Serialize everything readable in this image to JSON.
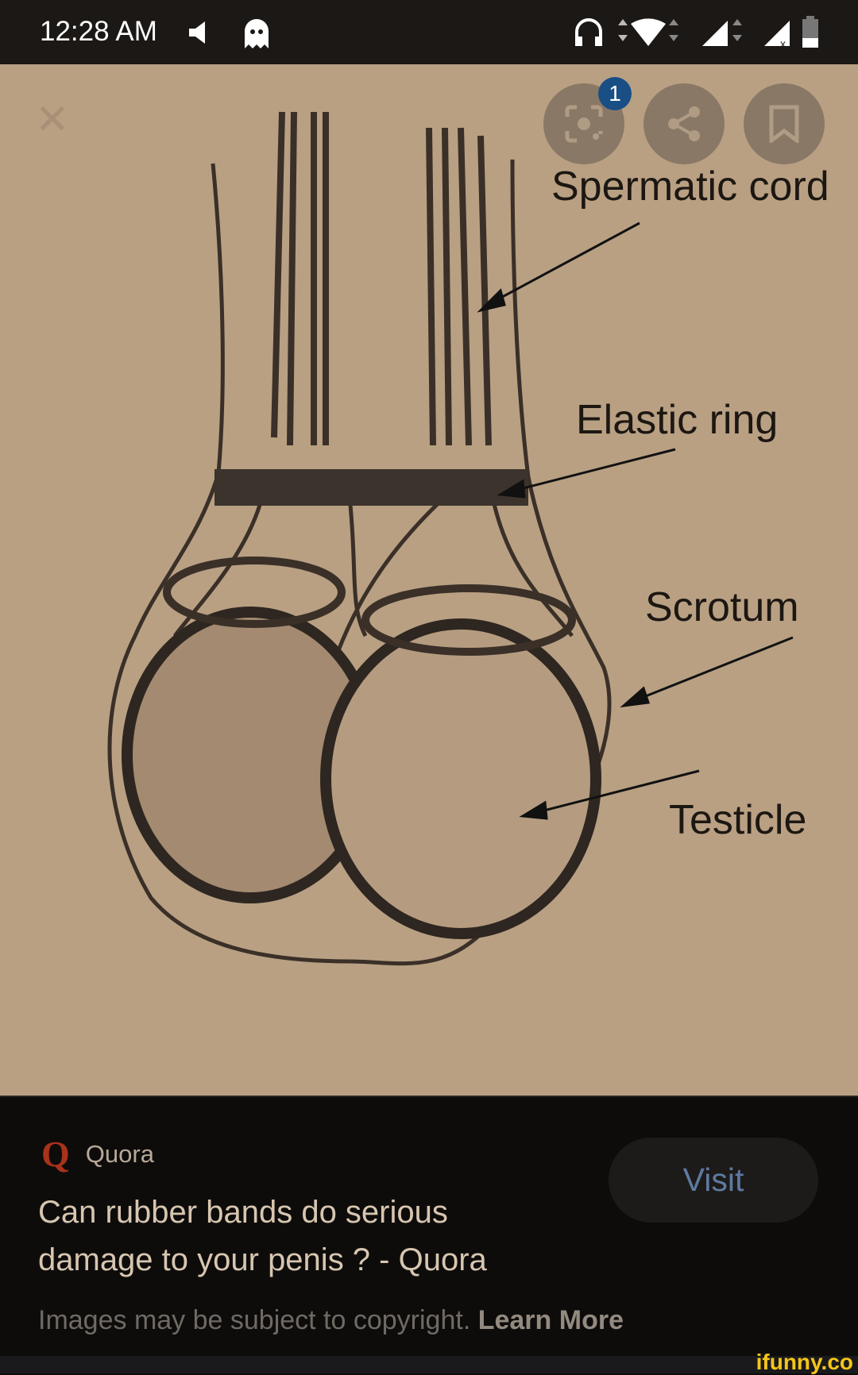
{
  "status_bar": {
    "time": "12:28 AM",
    "icons": [
      "volume-icon",
      "ghost-app-icon",
      "headset-icon",
      "wifi-icon",
      "signal-icon",
      "signal-no-sim-icon",
      "battery-icon"
    ]
  },
  "viewer": {
    "close_icon": "close-icon",
    "lens_badge": "1",
    "image_labels": {
      "spermatic_cord": "Spermatic cord",
      "elastic_ring": "Elastic ring",
      "scrotum": "Scrotum",
      "testicle": "Testicle"
    }
  },
  "result": {
    "source_name": "Quora",
    "source_logo": "Q",
    "title": "Can rubber bands do serious damage to your penis ? - Quora",
    "visit_label": "Visit",
    "copyright_text": "Images may be subject to copyright.",
    "learn_more": "Learn More"
  },
  "watermark": "ifunny.co",
  "colors": {
    "image_bg": "#b9a083",
    "panel_bg": "#0e0c0b",
    "badge": "#1a4f86",
    "visit_text": "#5f7aa1",
    "quora_red": "#a8321a"
  }
}
